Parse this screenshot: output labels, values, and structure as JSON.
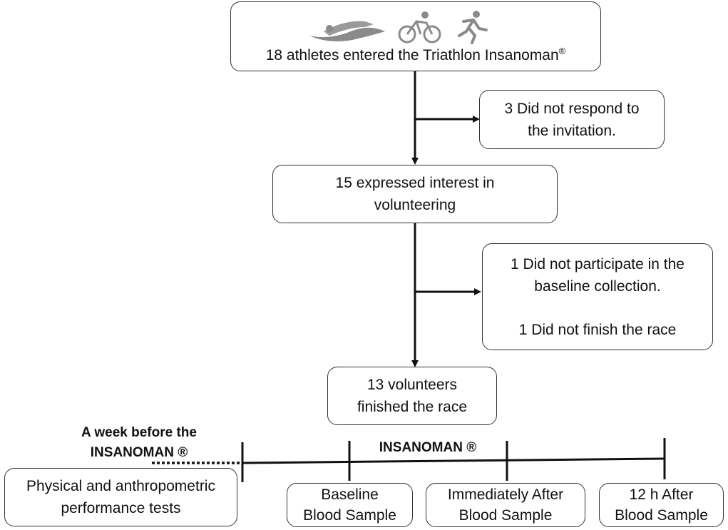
{
  "boxes": {
    "entered": {
      "text": "18 athletes entered the Triathlon Insanoman",
      "mark": "®"
    },
    "no_response": {
      "lines": [
        "3 Did not respond to",
        "the invitation."
      ]
    },
    "interest": {
      "lines": [
        "15 expressed interest in",
        "volunteering"
      ]
    },
    "excluded": {
      "lines": [
        "1 Did not participate in the",
        "baseline collection.",
        "1 Did not finish the race"
      ]
    },
    "finished": {
      "lines": [
        "13 volunteers",
        "finished the race"
      ]
    },
    "physical": {
      "lines": [
        "Physical and anthropometric",
        "performance tests"
      ]
    },
    "baseline": {
      "lines": [
        "Baseline",
        "Blood Sample"
      ]
    },
    "immediate": {
      "lines": [
        "Immediately After",
        "Blood Sample"
      ]
    },
    "after12": {
      "lines": [
        "12 h After",
        "Blood Sample"
      ]
    }
  },
  "timeline": {
    "week_before": [
      "A week before the",
      "INSANOMAN ®"
    ],
    "race_label": "INSANOMAN ®"
  },
  "icons": [
    "swimmer-icon",
    "cyclist-icon",
    "runner-icon"
  ],
  "colors": {
    "line": "#111111",
    "icon": "#8a8a8a",
    "border": "#333333"
  }
}
